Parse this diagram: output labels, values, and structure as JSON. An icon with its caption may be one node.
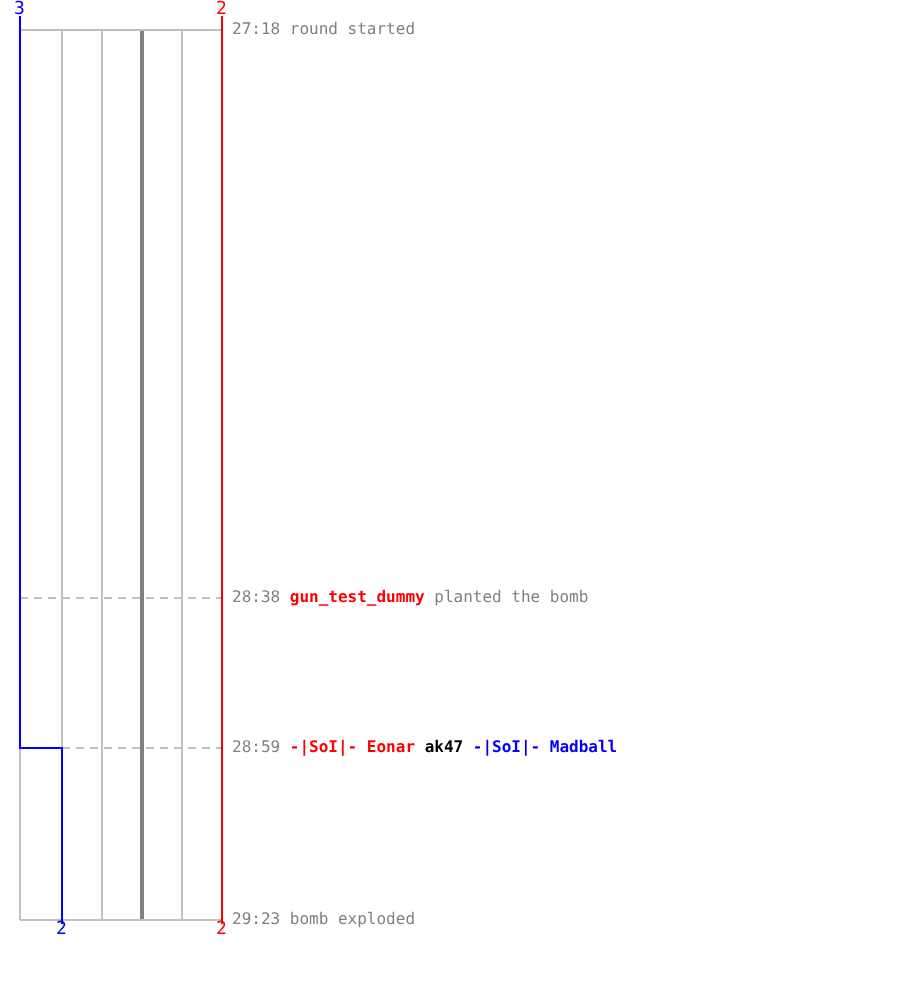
{
  "diagram": {
    "labels": [
      "3",
      "2",
      "27:18",
      "round started",
      "28:38",
      "gun_test_dummy",
      "planted the bomb",
      "28:59",
      "-|SoI|- Eonar",
      "ak47",
      "-|SoI|- Madball",
      "29:23",
      "bomb exploded",
      "2",
      "2"
    ]
  }
}
